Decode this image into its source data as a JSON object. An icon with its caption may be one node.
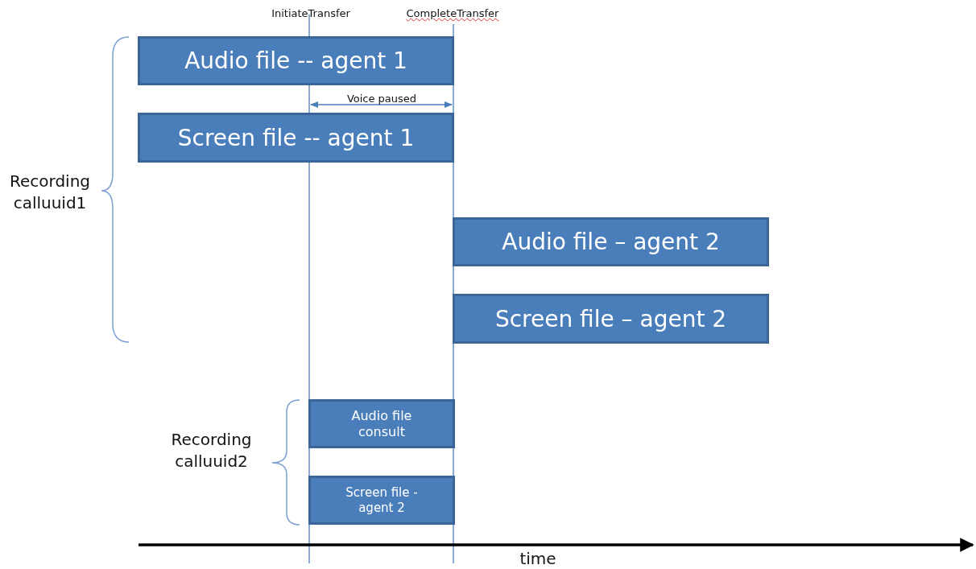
{
  "diagram": {
    "nodes": [
      {
        "text": [
          "Audio file -- agent 1"
        ]
      },
      {
        "text": [
          "Screen file -- agent 1"
        ]
      },
      {
        "text": [
          "Audio file – agent 2"
        ]
      },
      {
        "text": [
          "Screen file – agent 2"
        ]
      },
      {
        "text": [
          "Audio file consult"
        ]
      },
      {
        "text": [
          "Screen file - agent 2"
        ]
      }
    ],
    "labels": [
      "InitiateTransfer",
      "CompleteTransfer",
      "Voice paused",
      "Recording calluuid1",
      "Recording calluuid2",
      "time"
    ]
  }
}
